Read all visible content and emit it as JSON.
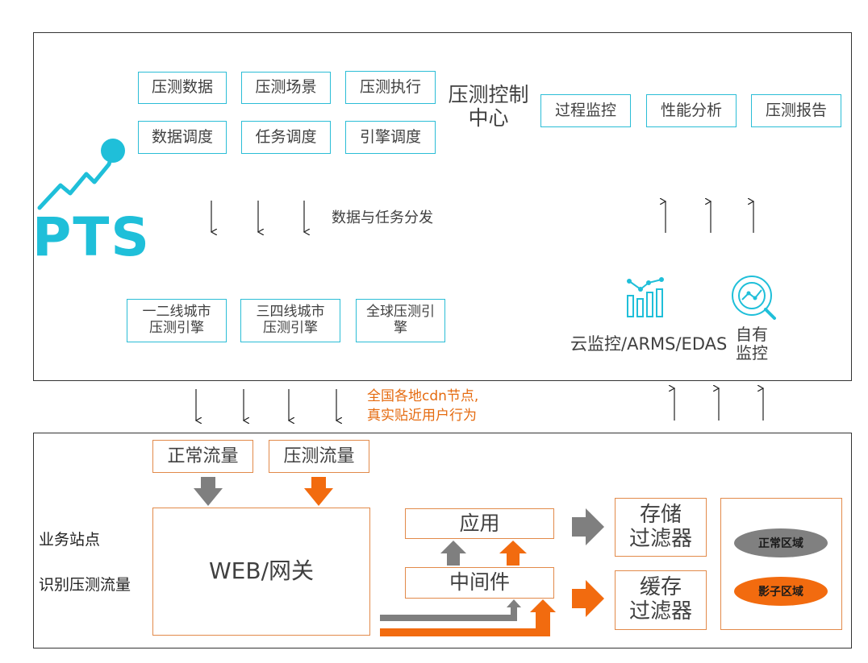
{
  "control_center": {
    "title_line1": "压测控制",
    "title_line2": "中心",
    "left_boxes": [
      "压测数据",
      "压测场景",
      "压测执行",
      "数据调度",
      "任务调度",
      "引擎调度"
    ],
    "right_boxes": [
      "过程监控",
      "性能分析",
      "压测报告"
    ],
    "distribution_label": "数据与任务分发",
    "engines": [
      {
        "line1": "一二线城市",
        "line2": "压测引擎"
      },
      {
        "line1": "三四线城市",
        "line2": "压测引擎"
      },
      {
        "line1": "全球压测引",
        "line2": "擎"
      }
    ],
    "cloud_monitor_label": "云监控/ARMS/EDAS",
    "self_monitor": {
      "line1": "自有",
      "line2": "监控"
    }
  },
  "logo": {
    "text": "PTS",
    "color": "#1fbfd9"
  },
  "cdn_label": {
    "line1": "全国各地cdn节点,",
    "line2": "真实贴近用户行为"
  },
  "business": {
    "label_line1": "业务站点",
    "label_line2": "识别压测流量",
    "normal_traffic": "正常流量",
    "test_traffic": "压测流量",
    "gateway": "WEB/网关",
    "app": "应用",
    "middleware": "中间件",
    "storage": {
      "line1": "存储",
      "line2": "过滤器"
    },
    "cache": {
      "line1": "缓存",
      "line2": "过滤器"
    },
    "normal_zone": "正常区域",
    "shadow_zone": "影子区域"
  },
  "colors": {
    "teal": "#1fbfd9",
    "box_border": "#2bbdd6",
    "orange": "#f26b0f",
    "gray_arrow": "#7f7f7f",
    "normal_zone_fill": "#808080",
    "shadow_zone_fill": "#f26b0f"
  }
}
